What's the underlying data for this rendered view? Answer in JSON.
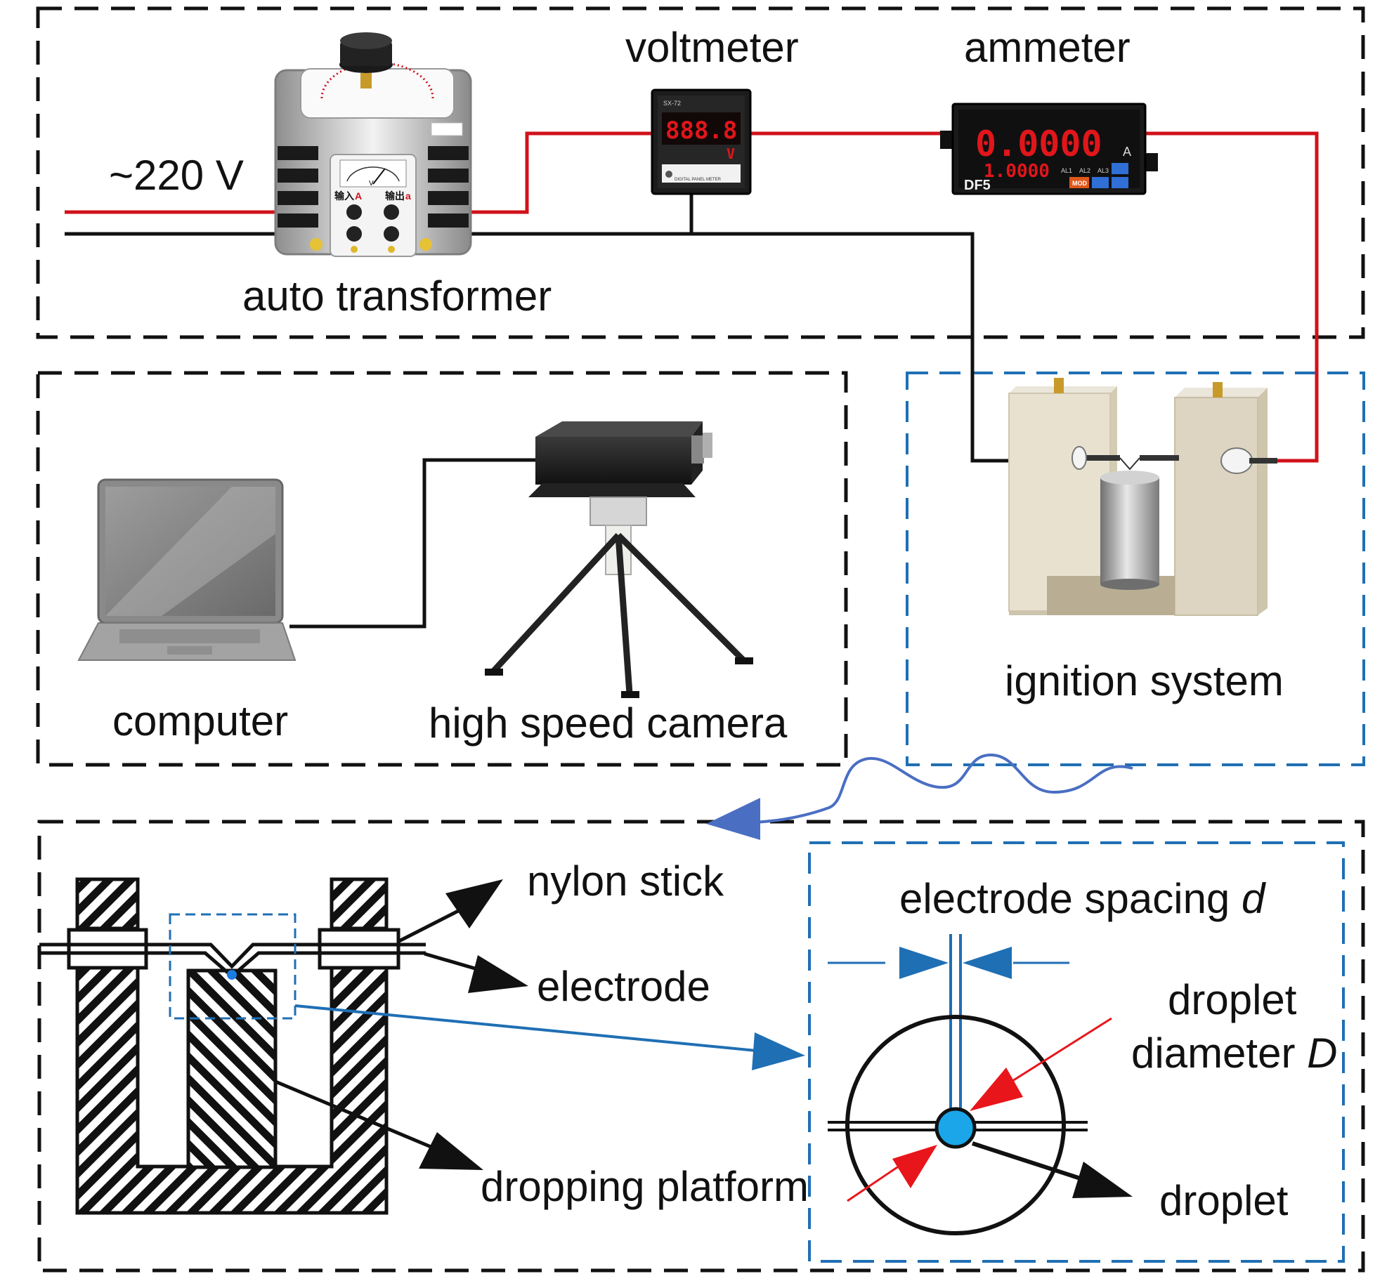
{
  "labels": {
    "mains": "~220 V",
    "voltmeter": "voltmeter",
    "ammeter": "ammeter",
    "auto_transformer": "auto transformer",
    "computer": "computer",
    "camera": "high speed camera",
    "ignition": "ignition system",
    "nylon": "nylon stick",
    "electrode": "electrode",
    "platform": "dropping platform",
    "spacing": "electrode spacing",
    "spacing_sym": "d",
    "diameter_line1": "droplet",
    "diameter_line2": "diameter",
    "diameter_sym": "D",
    "droplet": "droplet"
  },
  "transformer": {
    "input": "输入",
    "input_tag": "A",
    "output": "输出",
    "output_tag": "a",
    "meter_unit": "V"
  },
  "voltmeter_panel": {
    "model": "SX-72",
    "reading": "888.8",
    "unit": "V",
    "caption": "DIGITAL PANEL METER"
  },
  "ammeter_panel": {
    "reading_main": "0.0000",
    "reading_sub": "1.0000",
    "unit": "A",
    "brand": "DF5",
    "mode_button": "MOD",
    "alarms": [
      "AL1",
      "AL2",
      "AL3"
    ]
  },
  "colors": {
    "live_wire": "#d0121b",
    "neutral_wire": "#111111",
    "accent_blue": "#1f6fb4",
    "link_curve": "#4a6fc2",
    "marker_red": "#e8161b",
    "droplet_fill": "#1aa6e8"
  }
}
